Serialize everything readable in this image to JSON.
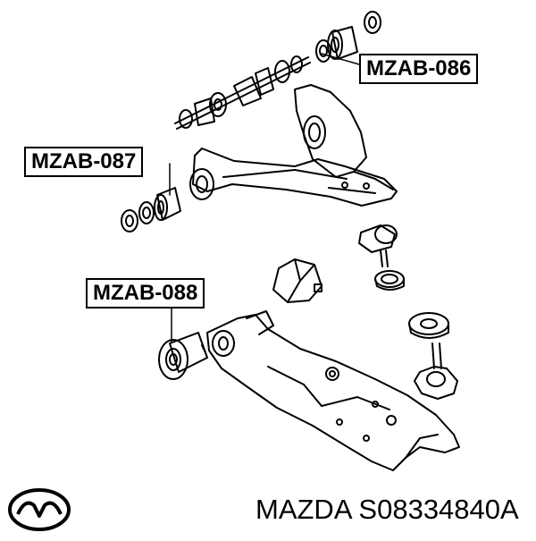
{
  "labels": {
    "mzab_086": "MZAB-086",
    "mzab_087": "MZAB-087",
    "mzab_088": "MZAB-088"
  },
  "footer": {
    "brand": "MAZDA",
    "part_number": "S08334840A"
  },
  "icons": {
    "brand_logo": "mazda-logo-icon"
  },
  "colors": {
    "line": "#000000",
    "background": "#ffffff"
  }
}
